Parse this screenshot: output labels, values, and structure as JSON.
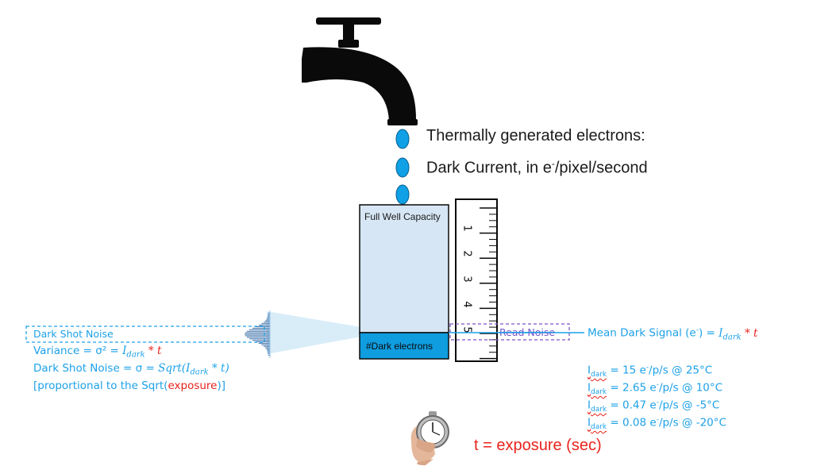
{
  "header": {
    "line1": "Thermally generated electrons:",
    "line2_prefix": "Dark Current, in e",
    "line2_sup": "-",
    "line2_suffix": "/pixel/second"
  },
  "well": {
    "top_label": "Full Well Capacity",
    "bottom_label": "#Dark electrons"
  },
  "ruler": {
    "ticks": [
      "1",
      "2",
      "3",
      "4",
      "5"
    ]
  },
  "read_noise": {
    "label": "Read Noise"
  },
  "mean_signal": {
    "prefix": "Mean Dark Signal (e",
    "sup": "-",
    "suffix": ") = ",
    "var": "I",
    "sub": "dark",
    "tail": " * t"
  },
  "shot_noise": {
    "title": "Dark Shot Noise",
    "variance_prefix": "Variance = σ² = ",
    "variance_var": "I",
    "variance_sub": "dark",
    "variance_tail": " * t",
    "sigma_prefix": "Dark Shot Noise = σ = ",
    "sigma_fn": "Sqrt(",
    "sigma_var": "I",
    "sigma_sub": "dark",
    "sigma_tail": " * t)",
    "note_prefix": "[proportional to the Sqrt(",
    "note_word": "exposure",
    "note_suffix": ")]"
  },
  "rates": [
    {
      "sub": "dark",
      "text": " = 15 e",
      "unit": "/p/s @ 25°C"
    },
    {
      "sub": "dark",
      "text": " = 2.65 e",
      "unit": "/p/s @ 10°C"
    },
    {
      "sub": "dark",
      "text": " = 0.47 e",
      "unit": "/p/s @ -5°C"
    },
    {
      "sub": "dark",
      "text": " = 0.08 e",
      "unit": "/p/s @ -20°C"
    }
  ],
  "rate_symbol": "I",
  "rate_sup": "-",
  "exposure": {
    "label": "t = exposure (sec)"
  },
  "icons": [
    "faucet-icon",
    "drop-icon",
    "ruler-icon",
    "gaussian-icon",
    "stopwatch-icon"
  ],
  "colors": {
    "cyan": "#1da1e8",
    "well_fill": "#d6e6f4",
    "dark_fill": "#0f9de0",
    "red": "#e8231d",
    "purple": "#7a56c8"
  }
}
